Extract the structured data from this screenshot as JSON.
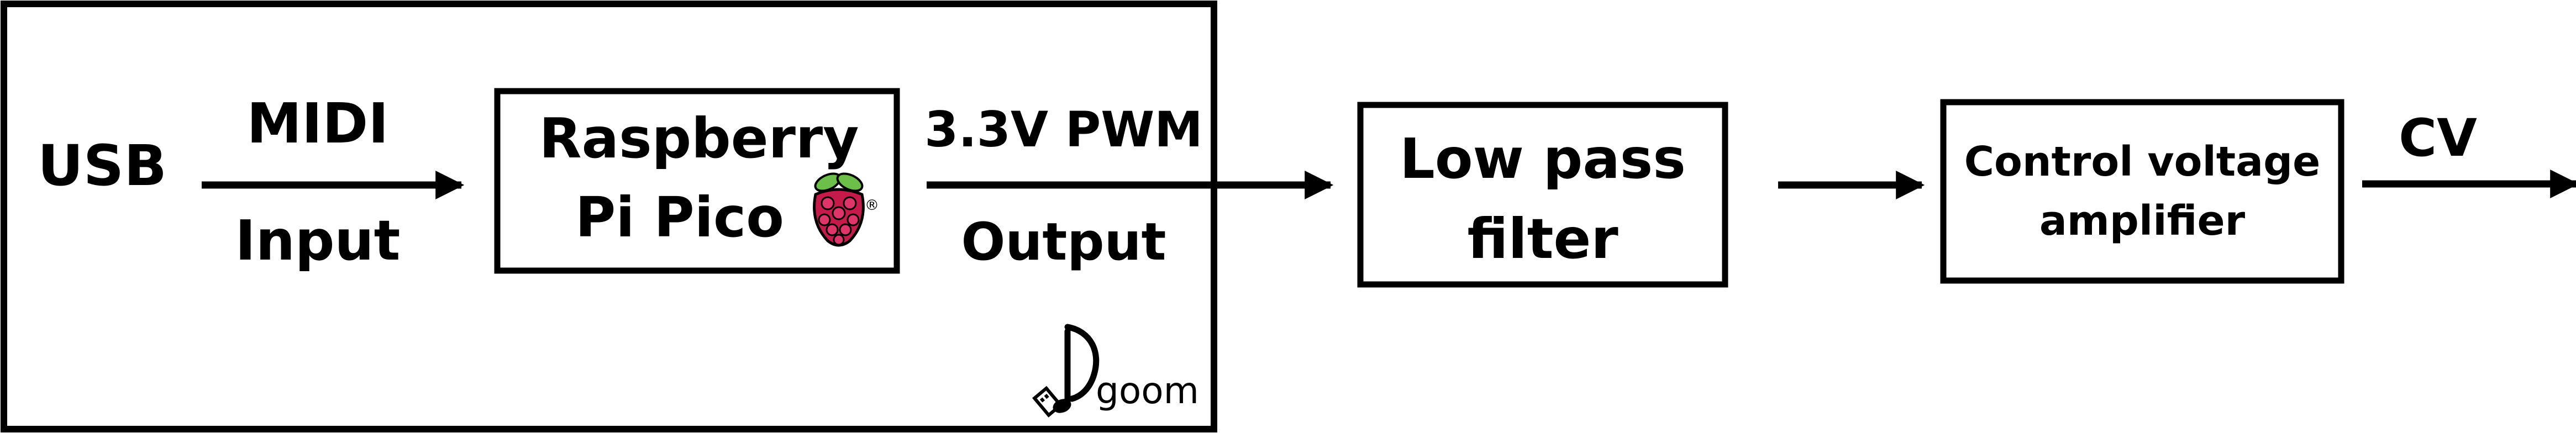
{
  "diagram": {
    "input": {
      "source": "USB",
      "arrow_label_top": "MIDI",
      "arrow_label_bottom": "Input"
    },
    "pico": {
      "line1": "Raspberry",
      "line2": "Pi Pico",
      "logo_icon": "raspberry-pi-logo-icon",
      "registered_mark": "®"
    },
    "pwm": {
      "label_top": "3.3V PWM",
      "label_bottom": "Output"
    },
    "filter": {
      "line1": "Low pass",
      "line2": "filter"
    },
    "amplifier": {
      "line1": "Control voltage",
      "line2": "amplifier"
    },
    "output": {
      "label": "CV"
    },
    "brand": {
      "name": "goom",
      "icon": "music-note-usb-icon"
    },
    "colors": {
      "stroke": "#000000",
      "background": "#ffffff",
      "raspberry_red": "#c51a4a",
      "leaf_green": "#6cc04a"
    }
  }
}
